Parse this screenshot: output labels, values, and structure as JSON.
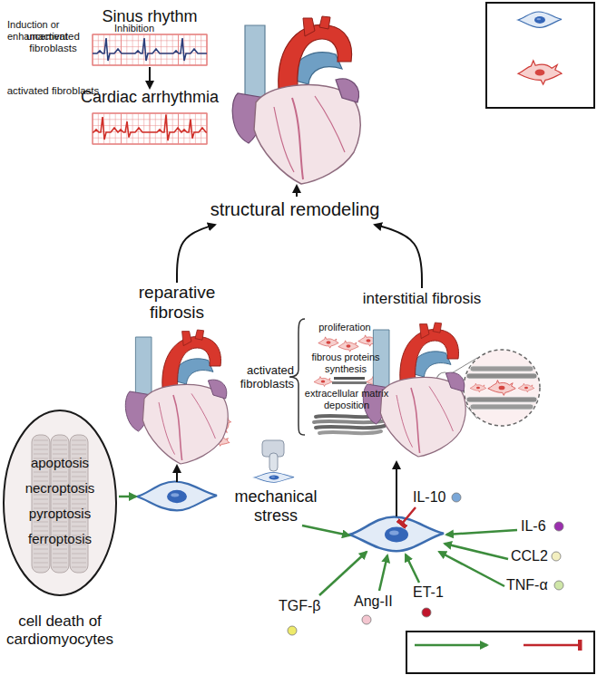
{
  "diagram": {
    "nodes": [
      {
        "text": [
          "Sinus rhythm"
        ]
      },
      {
        "text": [
          "Cardiac arrhythmia"
        ]
      },
      {
        "text": [
          "structural remodeling"
        ]
      },
      {
        "text": [
          "reparative fibrosis"
        ]
      },
      {
        "text": [
          "interstitial fibrosis"
        ]
      },
      {
        "text": [
          "apoptosis",
          "necroptosis",
          "pyroptosis",
          "ferroptosis",
          "cell death of cardiomyocytes"
        ]
      }
    ],
    "edges": [
      {
        "from": 0,
        "to": 1,
        "arrow": "to"
      },
      {
        "from": 3,
        "to": 2,
        "arrow": "to"
      },
      {
        "from": 4,
        "to": 2,
        "arrow": "to"
      }
    ],
    "labels": [
      "activated fibroblasts",
      "proliferation",
      "fibrous proteins synthesis",
      "extracellular matrix deposition",
      "mechanical stress",
      "IL-10",
      "IL-6",
      "CCL2",
      "TNF-α",
      "ET-1",
      "Ang-II",
      "TGF-β"
    ],
    "legend": [
      {
        "text": "unactivated fibroblasts"
      },
      {
        "text": "activated fibroblasts"
      },
      {
        "text": "Induction or enhancement"
      },
      {
        "text": "Inhibition"
      }
    ]
  }
}
